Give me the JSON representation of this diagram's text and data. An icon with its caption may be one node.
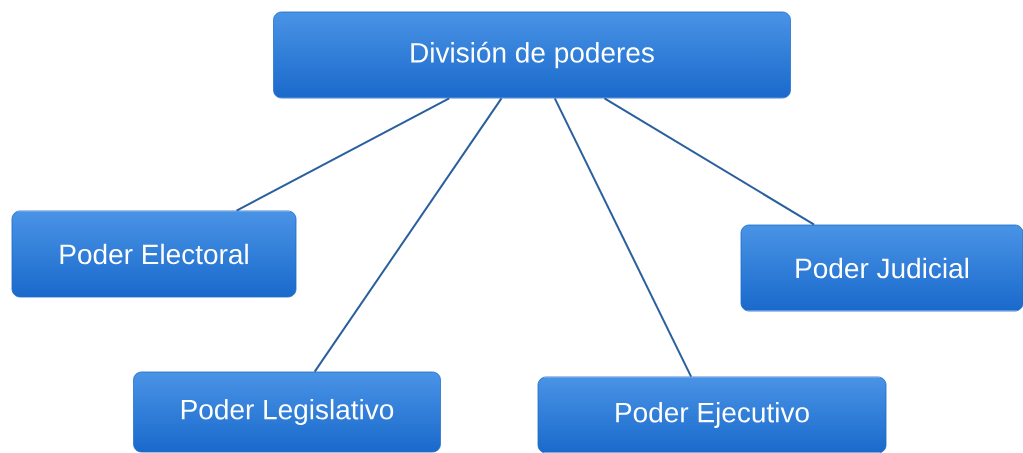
{
  "diagram": {
    "nodes": [
      {
        "text": [
          "División de poderes"
        ]
      },
      {
        "text": [
          "Poder Electoral"
        ]
      },
      {
        "text": [
          "Poder Legislativo"
        ]
      },
      {
        "text": [
          "Poder Ejecutivo"
        ]
      },
      {
        "text": [
          "Poder Judicial"
        ]
      }
    ],
    "edges": [
      {
        "from": 0,
        "to": 1,
        "arrow": "none"
      },
      {
        "from": 0,
        "to": 2,
        "arrow": "none"
      },
      {
        "from": 0,
        "to": 3,
        "arrow": "none"
      },
      {
        "from": 0,
        "to": 4,
        "arrow": "none"
      }
    ]
  }
}
